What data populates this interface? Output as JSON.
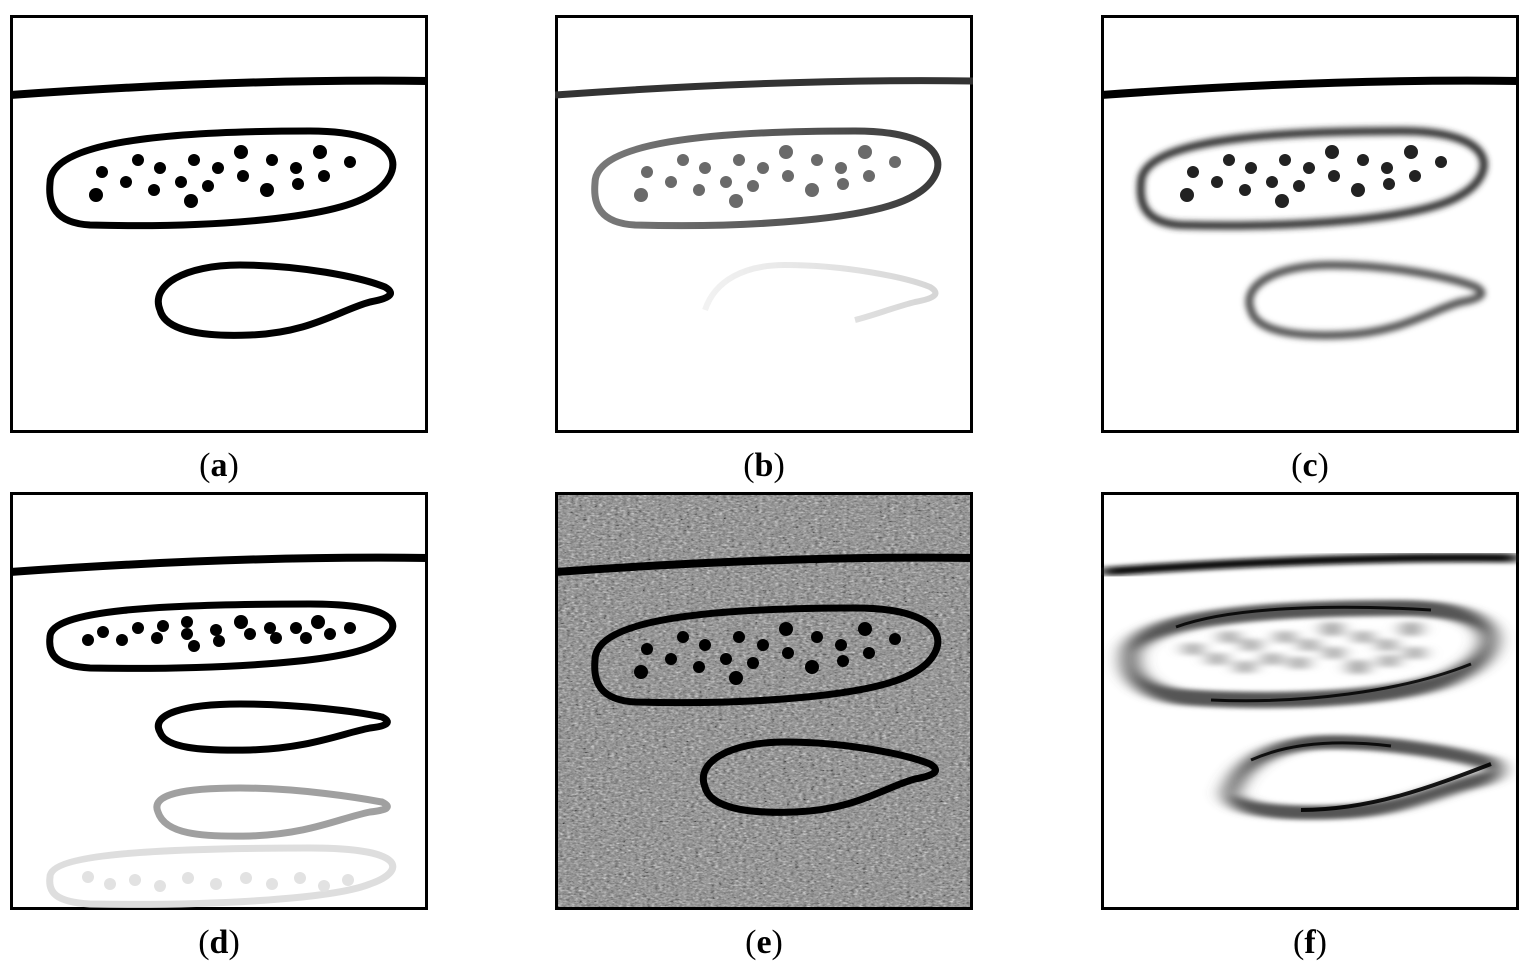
{
  "panels": [
    {
      "id": "a",
      "caption_open": "(",
      "caption_letter": "a",
      "caption_close": ")",
      "description": "original sketch"
    },
    {
      "id": "b",
      "caption_open": "(",
      "caption_letter": "b",
      "caption_close": ")",
      "description": "intensity variation"
    },
    {
      "id": "c",
      "caption_open": "(",
      "caption_letter": "c",
      "caption_close": ")",
      "description": "blurred"
    },
    {
      "id": "d",
      "caption_open": "(",
      "caption_letter": "d",
      "caption_close": ")",
      "description": "compressed with reflection artifacts"
    },
    {
      "id": "e",
      "caption_open": "(",
      "caption_letter": "e",
      "caption_close": ")",
      "description": "speckle noise background"
    },
    {
      "id": "f",
      "caption_open": "(",
      "caption_letter": "f",
      "caption_close": ")",
      "description": "directional motion blur"
    }
  ],
  "colors": {
    "ink": "#000000",
    "frame": "#000000",
    "noise_bg": "#7a7a7a"
  }
}
